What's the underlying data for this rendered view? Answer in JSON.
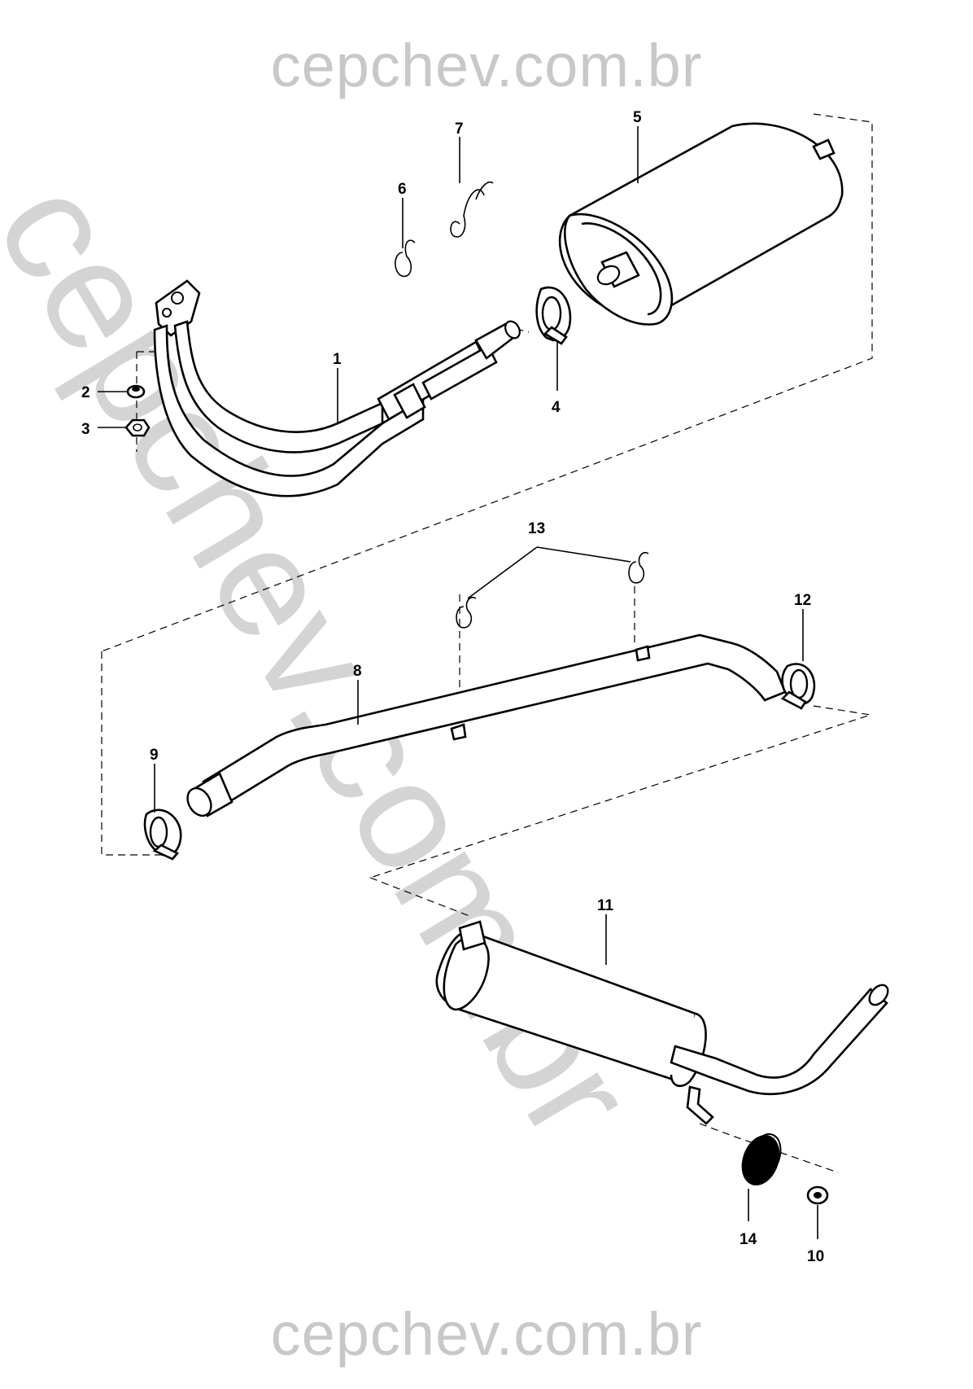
{
  "watermark": {
    "top": "cepchev.com.br",
    "bottom": "cepchev.com.br",
    "diagonal": "cepchev.com.br"
  },
  "callouts": {
    "n1": "1",
    "n2": "2",
    "n3": "3",
    "n4": "4",
    "n5": "5",
    "n6": "6",
    "n7": "7",
    "n8": "8",
    "n9": "9",
    "n10": "10",
    "n11": "11",
    "n12": "12",
    "n13": "13",
    "n14": "14"
  }
}
